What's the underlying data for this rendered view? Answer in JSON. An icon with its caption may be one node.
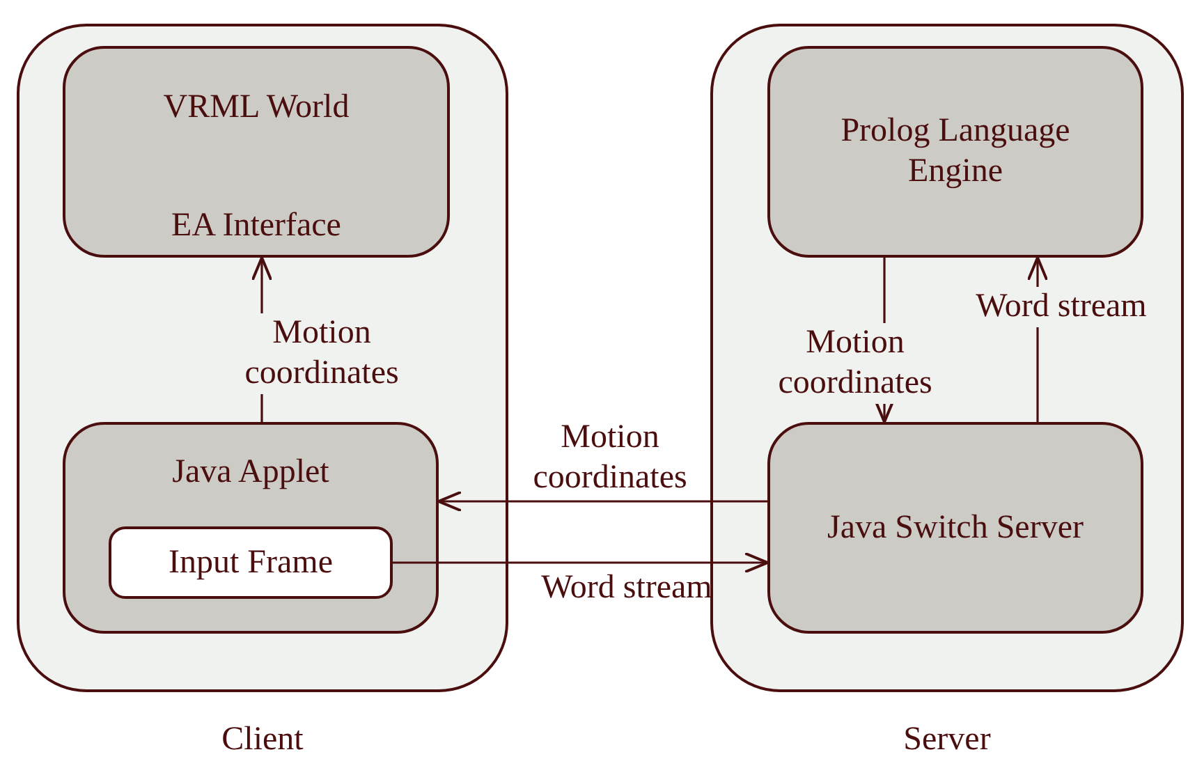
{
  "diagram": {
    "nodes": [
      {
        "text": [
          "Client"
        ]
      },
      {
        "text": [
          "VRML World",
          "EA Interface"
        ],
        "in": 0
      },
      {
        "text": [
          "Java Applet"
        ],
        "in": 0
      },
      {
        "text": [
          "Input Frame"
        ],
        "in": 2
      },
      {
        "text": [
          "Server"
        ]
      },
      {
        "text": [
          "Prolog Language Engine"
        ],
        "in": 4
      },
      {
        "text": [
          "Java Switch Server"
        ],
        "in": 4
      }
    ],
    "edges": [
      {
        "from": 2,
        "to": 1,
        "arrow": "to",
        "label": "Motion coordinates"
      },
      {
        "from": 6,
        "to": 2,
        "arrow": "to",
        "label": "Motion coordinates"
      },
      {
        "from": 3,
        "to": 6,
        "arrow": "to",
        "label": "Word stream"
      },
      {
        "from": 5,
        "to": 6,
        "arrow": "to",
        "label": "Motion coordinates"
      },
      {
        "from": 6,
        "to": 5,
        "arrow": "to",
        "label": "Word stream"
      }
    ]
  }
}
